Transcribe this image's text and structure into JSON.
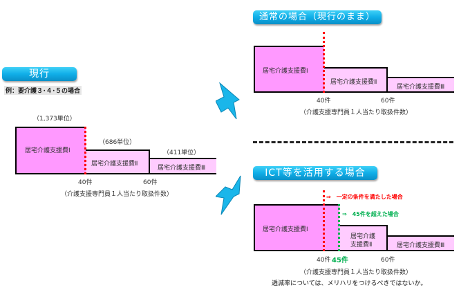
{
  "current": {
    "badge": "現行",
    "example": "例：要介護３･４･５の場合",
    "units": [
      "（1,373単位）",
      "（686単位）",
      "（411単位）"
    ],
    "tiers": [
      "居宅介護支援費Ⅰ",
      "居宅介護支援費Ⅱ",
      "居宅介護支援費Ⅲ"
    ],
    "thresholds": [
      "40件",
      "60件"
    ],
    "axis_label": "（介護支援専門員１人当たり取扱件数）"
  },
  "normal_case": {
    "badge": "通常の場合（現行のまま）",
    "tiers": [
      "居宅介護支援費Ⅰ",
      "居宅介護支援費Ⅱ",
      "居宅介護支援費Ⅲ"
    ],
    "thresholds": [
      "40件",
      "60件"
    ],
    "axis_label": "（介護支援専門員１人当たり取扱件数）"
  },
  "ict_case": {
    "badge": "ICT等を活用する場合",
    "notes": {
      "red": "⇒　一定の条件を満たした場合",
      "green": "⇒　45件を超えた場合"
    },
    "tiers": [
      "居宅介護支援費Ⅰ",
      "居宅介護",
      "支援費Ⅱ",
      "居宅介護支援費Ⅲ"
    ],
    "thresholds": [
      "40件",
      "45件",
      "60件"
    ],
    "axis_label": "（介護支援専門員１人当たり取扱件数）",
    "conclusion": "逓減率については、メリハリをつけるべきではないか。"
  },
  "colors": {
    "badge": "#10aee8",
    "tier1": "#ff99ff",
    "tier2": "#ffccff",
    "red_line": "#ff0000",
    "green_line": "#00b050"
  }
}
